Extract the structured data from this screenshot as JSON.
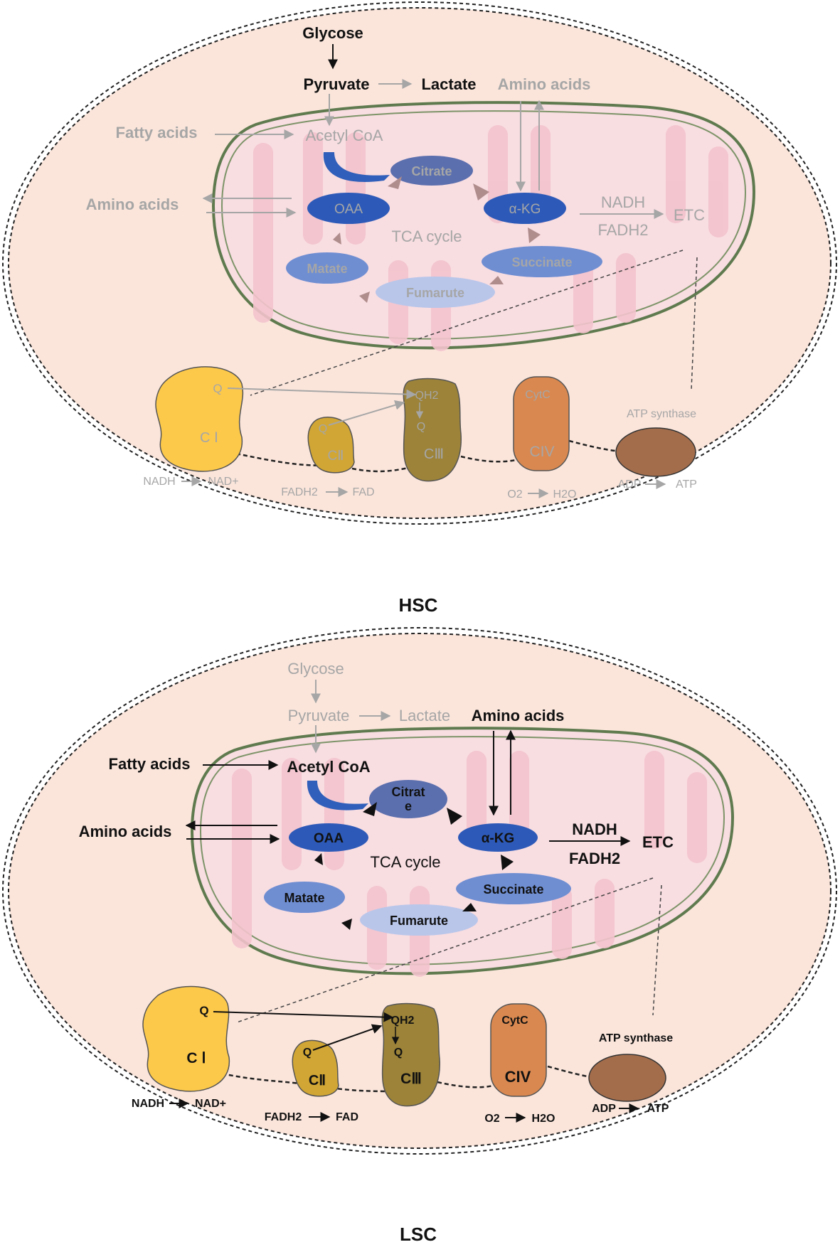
{
  "panels": [
    {
      "key": "hsc",
      "title": "HSC",
      "glycose": "Glycose",
      "pyruvate": "Pyruvate",
      "lactate": "Lactate",
      "amino_acids_top": "Amino acids",
      "fatty_acids": "Fatty acids",
      "acetyl_coa": "Acetyl CoA",
      "amino_acids_left": "Amino acids",
      "citrate": [
        "Citrate"
      ],
      "oaa": "OAA",
      "akg": "α-KG",
      "tca_cycle": "TCA cycle",
      "malate": "Matate",
      "succinate": "Succinate",
      "fumarate": "Fumarute",
      "nadh": "NADH",
      "fadh2": "FADH2",
      "etc": "ETC",
      "ci_q": "Q",
      "ci_label": "C Ⅰ",
      "cii_q": "Q",
      "cii_label": "CⅡ",
      "ciii_qh2": "QH2",
      "ciii_q": "Q",
      "ciii_label": "CⅢ",
      "civ_cytc": "CytC",
      "civ_label": "CIV",
      "atp_synthase": "ATP synthase",
      "nadh_left": "NADH",
      "nad_plus": "NAD+",
      "fadh2_bottom": "FADH2",
      "fad": "FAD",
      "o2": "O2",
      "h2o": "H2O",
      "adp": "ADP",
      "atp": "ATP"
    },
    {
      "key": "lsc",
      "title": "LSC",
      "glycose": "Glycose",
      "pyruvate": "Pyruvate",
      "lactate": "Lactate",
      "amino_acids_top": "Amino acids",
      "fatty_acids": "Fatty acids",
      "acetyl_coa": "Acetyl CoA",
      "amino_acids_left": "Amino acids",
      "citrate": [
        "Citrat",
        "e"
      ],
      "oaa": "OAA",
      "akg": "α-KG",
      "tca_cycle": "TCA cycle",
      "malate": "Matate",
      "succinate": "Succinate",
      "fumarate": "Fumarute",
      "nadh": "NADH",
      "fadh2": "FADH2",
      "etc": "ETC",
      "ci_q": "Q",
      "ci_label": "C Ⅰ",
      "cii_q": "Q",
      "cii_label": "CⅡ",
      "ciii_qh2": "QH2",
      "ciii_q": "Q",
      "ciii_label": "CⅢ",
      "civ_cytc": "CytC",
      "civ_label": "CIV",
      "atp_synthase": "ATP synthase",
      "nadh_left": "NADH",
      "nad_plus": "NAD+",
      "fadh2_bottom": "FADH2",
      "fad": "FAD",
      "o2": "O2",
      "h2o": "H2O",
      "adp": "ADP",
      "atp": "ATP"
    }
  ],
  "colors": {
    "cytoplasm": "#fbe5db",
    "mito_outer": "#5f7a4e",
    "mito_inner_fill": "#f8dde1",
    "cristae": "#f3c6d0",
    "oaa_akg": "#2d5ab8",
    "citrate": "#5b6fae",
    "succinate_malate": "#6f8ed2",
    "fumarate": "#b9c6ea",
    "complex_i": "#fdc94a",
    "complex_ii": "#d1a634",
    "complex_iii": "#9c8339",
    "complex_iv": "#d98850",
    "atp_synthase": "#a36d4c",
    "gray_text": "#a6a6a6",
    "black_text": "#111111",
    "hsc_cycle_arrow": "#b08d8d"
  }
}
